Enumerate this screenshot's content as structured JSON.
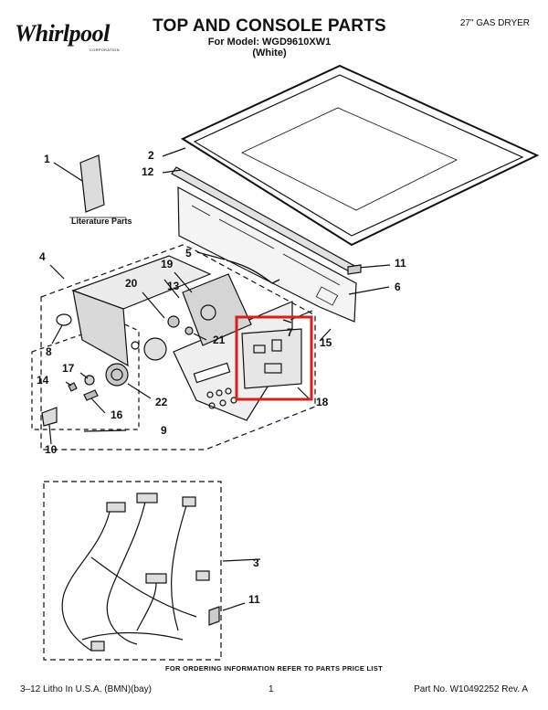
{
  "brand": {
    "name": "Whirlpool",
    "sub": "CORPORATION"
  },
  "header": {
    "title": "TOP AND CONSOLE PARTS",
    "model_line": "For Model: WGD9610XW1",
    "color_line": "(White)",
    "doc_type": "27\" GAS DRYER"
  },
  "literature_label": "Literature Parts",
  "callouts": {
    "c1": "1",
    "c2": "2",
    "c3": "3",
    "c4": "4",
    "c5": "5",
    "c6": "6",
    "c7": "7",
    "c8": "8",
    "c9": "9",
    "c10": "10",
    "c11a": "11",
    "c11b": "11",
    "c12": "12",
    "c13": "13",
    "c14": "14",
    "c15": "15",
    "c16": "16",
    "c17": "17",
    "c18": "18",
    "c19": "19",
    "c20": "20",
    "c21": "21",
    "c22": "22"
  },
  "highlight_color": "#d62020",
  "footer": {
    "order_note": "FOR ORDERING INFORMATION REFER TO PARTS PRICE LIST",
    "litho": "3–12 Litho In U.S.A. (BMN)(bay)",
    "page": "1",
    "part_no": "Part No. W10492252 Rev. A"
  }
}
